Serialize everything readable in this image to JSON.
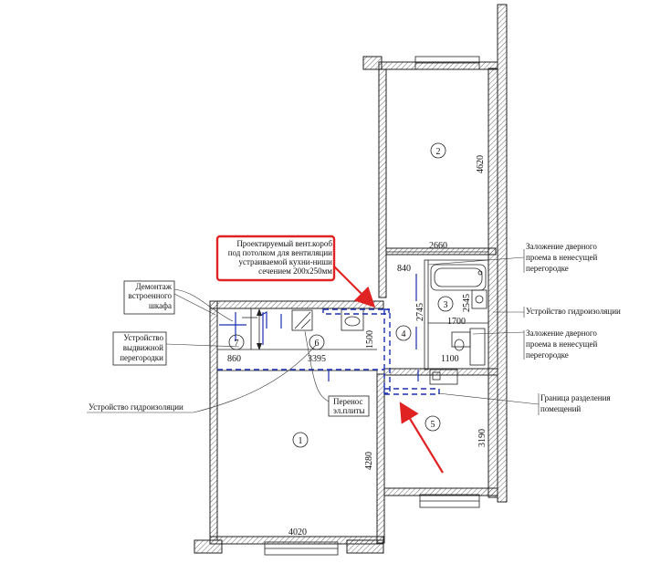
{
  "rooms": [
    "1",
    "2",
    "3",
    "4",
    "5",
    "6",
    "7"
  ],
  "dimensions": {
    "d2660": "2660",
    "d4620": "4620",
    "d840": "840",
    "d2745": "2745",
    "d2545": "2545",
    "d1700": "1700",
    "d1500": "1500",
    "d1100": "1100",
    "d3190": "3190",
    "d4280": "4280",
    "d4020": "4020",
    "d860": "860",
    "d3395": "3395"
  },
  "notes": {
    "vent_box": [
      "Проектируемый вент.короб",
      "под потолком для вентиляции",
      "устраиваемой кухни-ниши",
      "сечением 200х250мм"
    ],
    "dismantle_cabinet": [
      "Демонтаж",
      "встроенного",
      "шкафа"
    ],
    "sliding_partition": [
      "Устройство",
      "выдвижной",
      "перегородки"
    ],
    "waterproofing_left": [
      "Устройство гидроизоляции"
    ],
    "move_stove": [
      "Перенос",
      "эл.плиты"
    ],
    "door_block_1": [
      "Заложение дверного",
      "проема в ненесущей",
      "перегородке"
    ],
    "waterproofing_right": [
      "Устройство гидроизоляции"
    ],
    "door_block_2": [
      "Заложение дверного",
      "проема в ненесущей",
      "перегородке"
    ],
    "room_boundary": [
      "Граница разделения",
      "помещений"
    ]
  },
  "colors": {
    "highlight": "#e02222",
    "plan_blue": "#1a2fb0",
    "line": "#222222"
  }
}
